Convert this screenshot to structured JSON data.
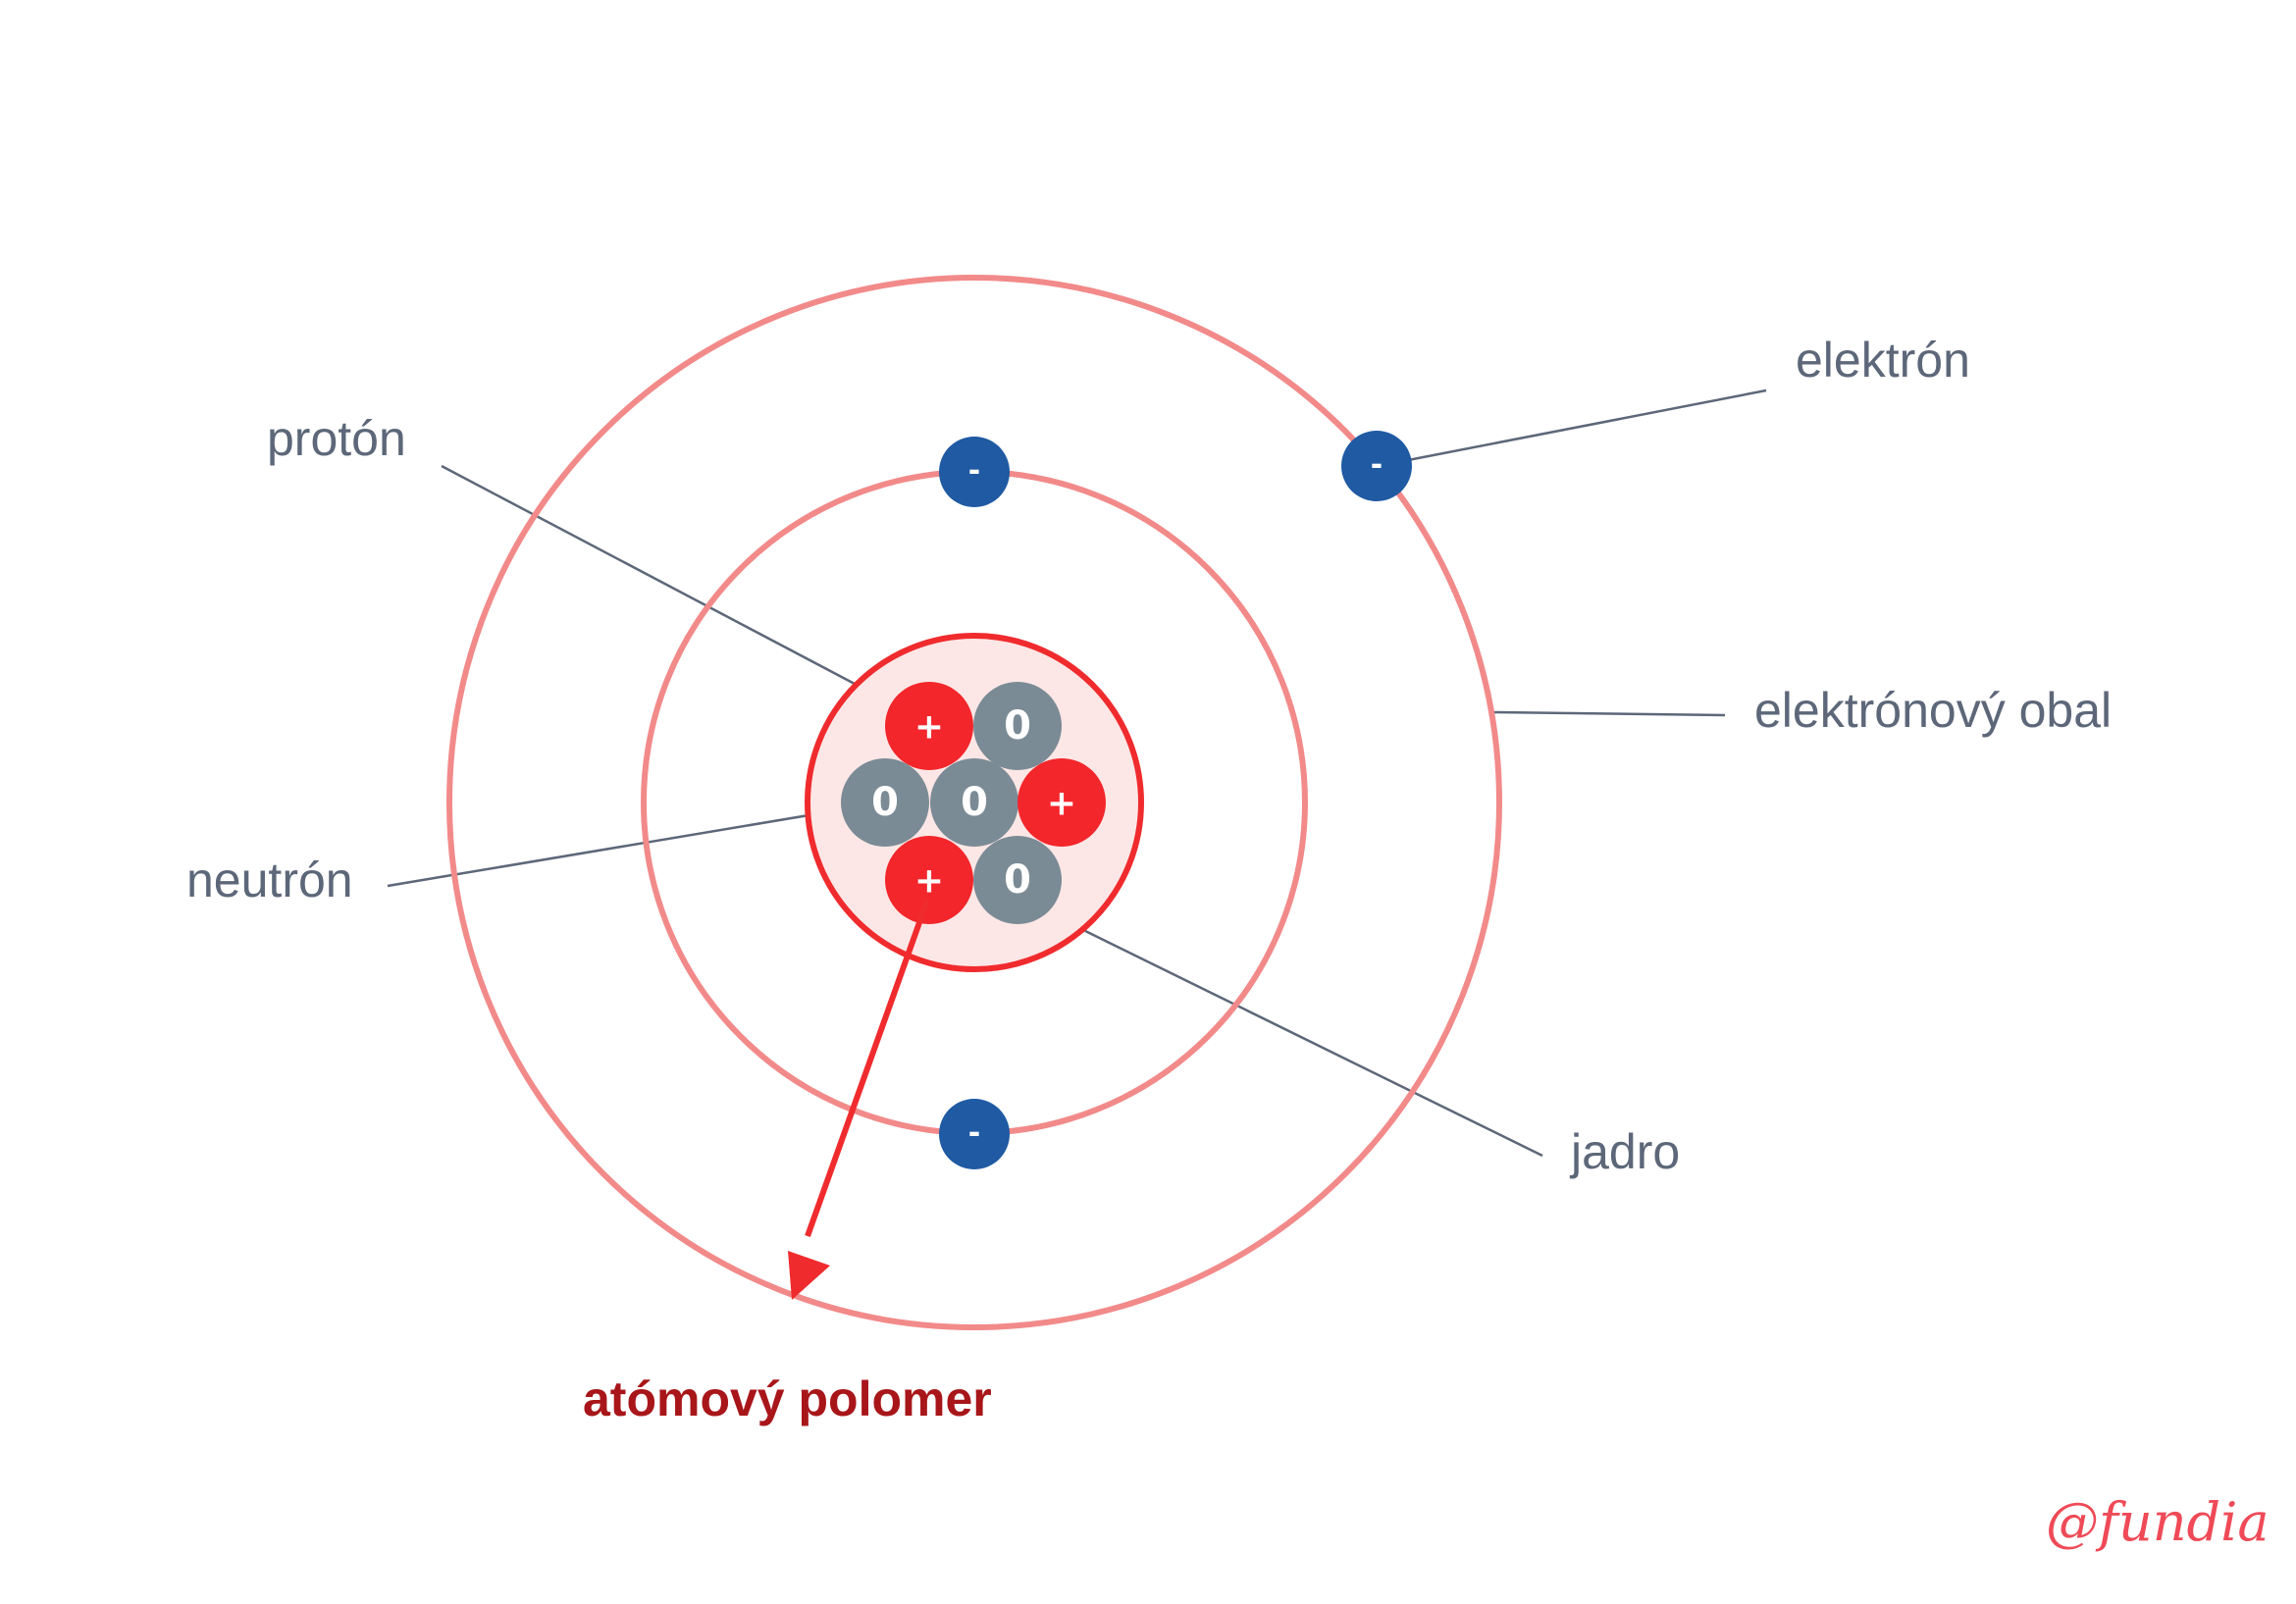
{
  "labels": {
    "proton": "protón",
    "neutron": "neutrón",
    "electron": "elektrón",
    "shell": "elektrónový obal",
    "nucleus": "jadro",
    "radius": "atómový polomer"
  },
  "symbols": {
    "proton": "+",
    "neutron": "0",
    "electron": "-"
  },
  "signature": "@fundia",
  "colors": {
    "proton": "#f3262b",
    "neutron": "#7b8b95",
    "electron": "#1f5aa3",
    "orbit": "#f28a8a",
    "nucleus_fill": "#fde7e6",
    "nucleus_stroke": "#f02b2e",
    "leader_line": "#5d6779",
    "radius_arrow": "#f02b2e"
  }
}
